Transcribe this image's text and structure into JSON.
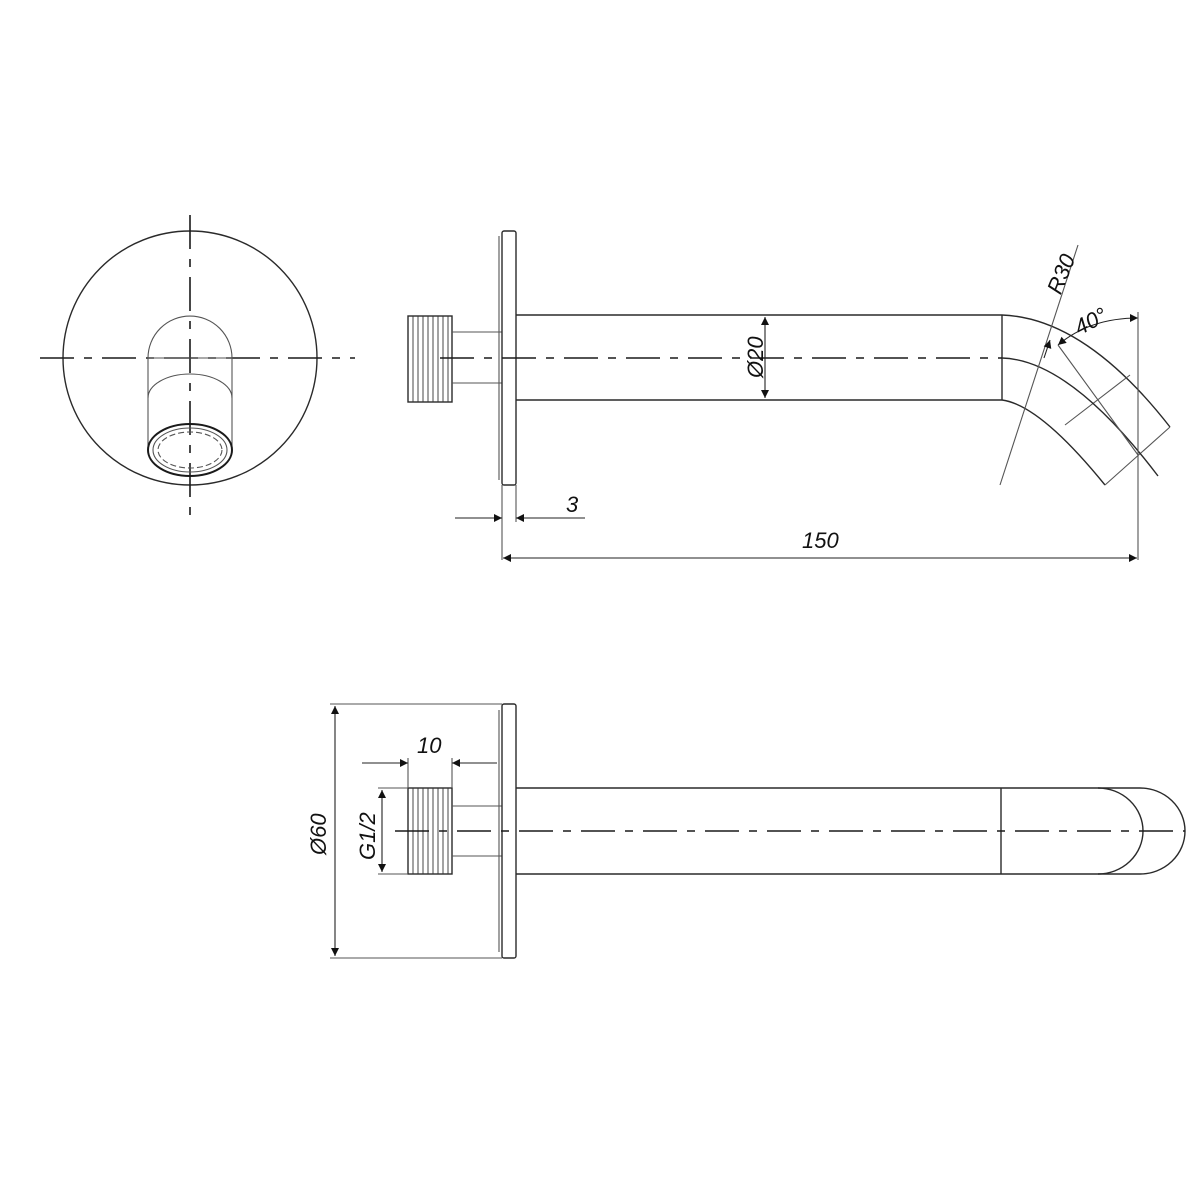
{
  "drawing": {
    "subject": "wall-mounted bath spout technical drawing",
    "views": [
      "front-view",
      "side-view",
      "top-view"
    ],
    "line_color": "#1a1a1a",
    "background": "#ffffff"
  },
  "dimensions": {
    "flange_thickness": "3",
    "overall_length": "150",
    "spout_diameter": "Ø20",
    "bend_radius": "R30",
    "bend_angle": "40°",
    "flange_diameter": "Ø60",
    "thread_length": "10",
    "thread_size": "G1/2"
  }
}
